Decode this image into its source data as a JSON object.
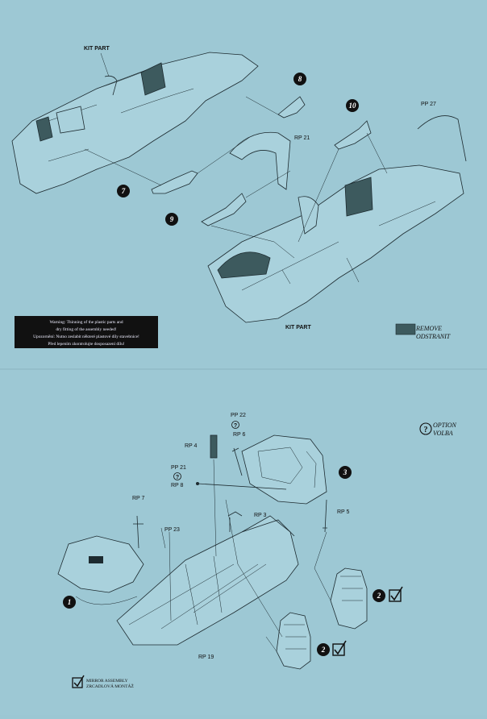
{
  "upper": {
    "labels": {
      "kit_part_top": "KIT PART",
      "kit_part_bottom": "KIT PART",
      "rp21": "RP 21",
      "pp27": "PP 27"
    },
    "steps": [
      "8",
      "10",
      "7",
      "9"
    ],
    "warning": {
      "line1": "Warning: Thinning of the plastic parts and",
      "line2": "dry fitting of the assembly needed!",
      "line3": "Upozornění: Nutno zeslabit některé plastové díly stavebnice!",
      "line4": "Před lepením zkontrolujte dosposazení dílu!"
    },
    "remove": {
      "line1": "REMOVE",
      "line2": "ODSTRANIT"
    }
  },
  "lower": {
    "labels": {
      "pp22": "PP 22",
      "rp6": "RP 6",
      "rp4": "RP 4",
      "pp21": "PP 21",
      "rp8": "RP 8",
      "rp7": "RP 7",
      "pp23": "PP 23",
      "rp3": "RP 3",
      "rp5": "RP 5",
      "rp19": "RP 19"
    },
    "steps": [
      "1",
      "3",
      "2",
      "2"
    ],
    "option": {
      "line1": "OPTION",
      "line2": "VOLBA"
    },
    "mirror": {
      "line1": "MIRROR  ASSEMBLY",
      "line2": "ZRCADLOVÁ MONTÁŽ"
    }
  },
  "colors": {
    "paper": "#9dc8d4",
    "ink": "#1d2b30",
    "shade": "#3d5a5e",
    "warning_bg": "#111111"
  }
}
